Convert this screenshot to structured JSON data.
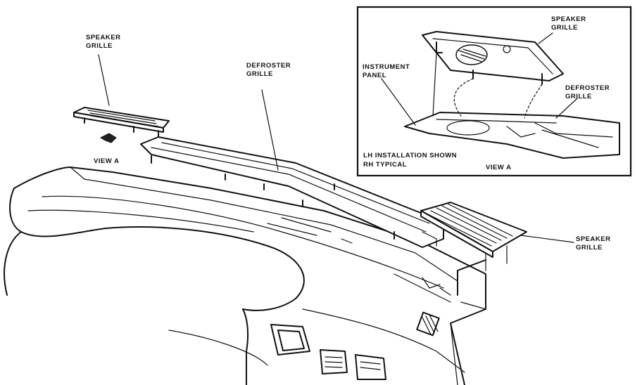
{
  "labels": {
    "speaker_grille_left_1": "SPEAKER",
    "speaker_grille_left_2": "GRILLE",
    "view_a_main": "VIEW A",
    "defroster_grille_main_1": "DEFROSTER",
    "defroster_grille_main_2": "GRILLE",
    "speaker_grille_right_1": "SPEAKER",
    "speaker_grille_right_2": "GRILLE"
  },
  "inset": {
    "speaker_grille_1": "SPEAKER",
    "speaker_grille_2": "GRILLE",
    "instrument_panel_1": "INSTRUMENT",
    "instrument_panel_2": "PANEL",
    "defroster_grille_1": "DEFROSTER",
    "defroster_grille_2": "GRILLE",
    "note_1": "LH INSTALLATION SHOWN",
    "note_2": "RH TYPICAL",
    "view_label": "VIEW A"
  }
}
